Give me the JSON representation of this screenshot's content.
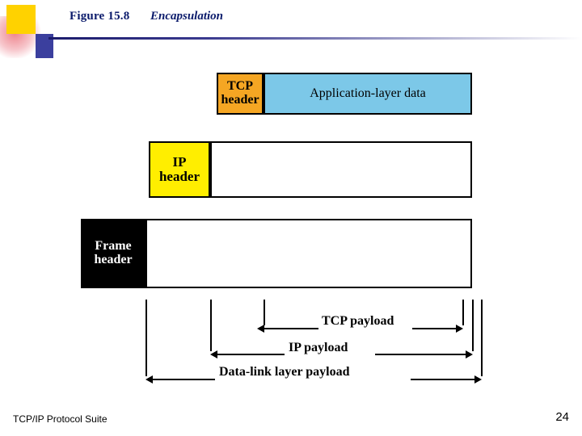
{
  "slide": {
    "figure_label": "Figure 15.8",
    "figure_title": "Encapsulation",
    "footer": "TCP/IP Protocol Suite",
    "page_number": "24"
  },
  "colors": {
    "tcp_header_fill": "#f5a623",
    "application_data_fill": "#7cc8e8",
    "ip_header_fill": "#ffee00",
    "frame_header_fill": "#000000",
    "title_color": "#0a1a6b",
    "logo_yellow": "#ffd200",
    "logo_blue": "#3b3f9e",
    "logo_pink": "#eb6e78"
  },
  "diagram": {
    "rows": [
      {
        "name": "transport-layer-row",
        "header_label": "TCP\nheader",
        "header_line1": "TCP",
        "header_line2": "header",
        "payload_label": "Application-layer data"
      },
      {
        "name": "network-layer-row",
        "header_line1": "IP",
        "header_line2": "header",
        "payload_label": ""
      },
      {
        "name": "data-link-layer-row",
        "header_line1": "Frame",
        "header_line2": "header",
        "payload_label": ""
      }
    ],
    "span_arrows": [
      {
        "name": "tcp-payload-span",
        "label": "TCP  payload"
      },
      {
        "name": "ip-payload-span",
        "label": "IP  payload"
      },
      {
        "name": "data-link-payload-span",
        "label": "Data-link layer  payload"
      }
    ]
  }
}
